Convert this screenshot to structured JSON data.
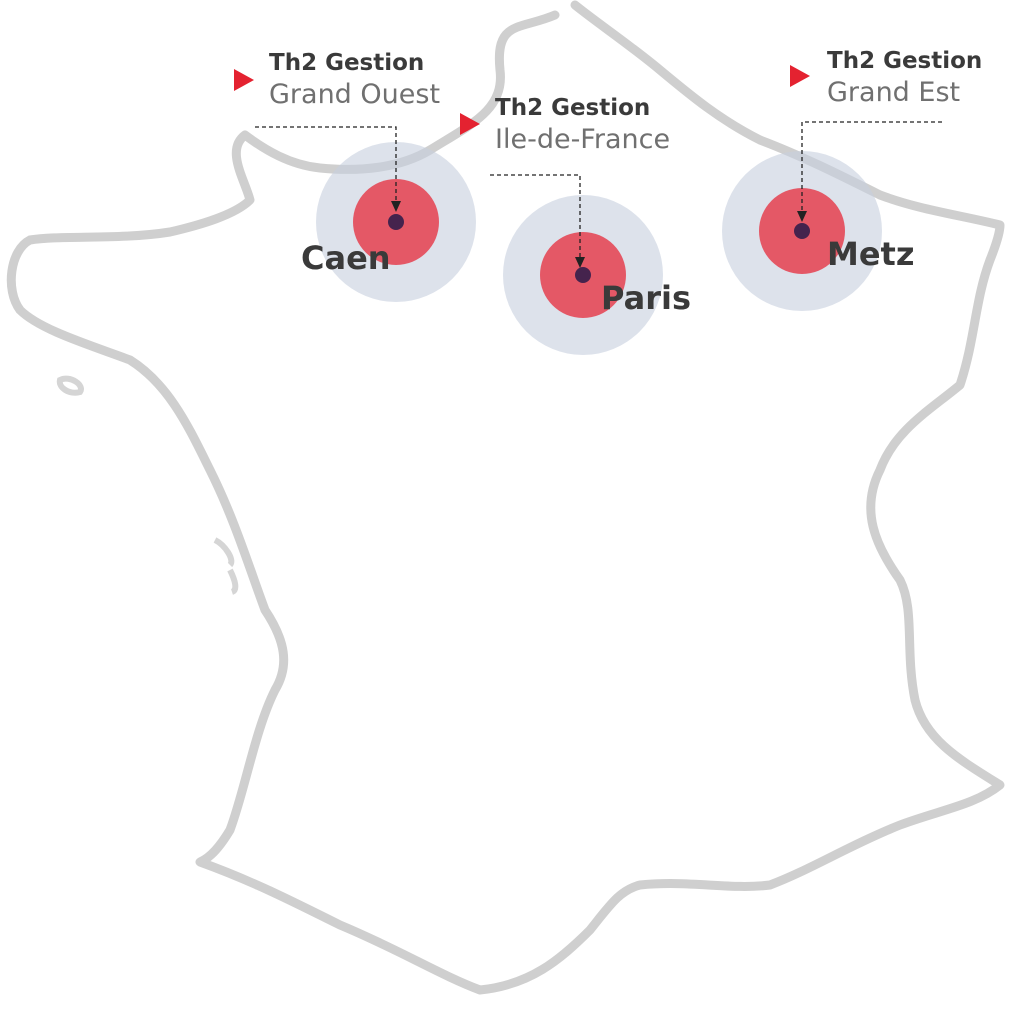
{
  "map": {
    "country": "France"
  },
  "colors": {
    "marker_outer": "#c7cedd",
    "marker_inner": "#e4505f",
    "marker_dot": "#45234d",
    "arrow": "#e42230",
    "outline": "#cfcfcf"
  },
  "offices": [
    {
      "brand": "Th2 Gestion",
      "region": "Grand Ouest",
      "city": "Caen"
    },
    {
      "brand": "Th2 Gestion",
      "region": "Ile-de-France",
      "city": "Paris"
    },
    {
      "brand": "Th2 Gestion",
      "region": "Grand Est",
      "city": "Metz"
    }
  ]
}
